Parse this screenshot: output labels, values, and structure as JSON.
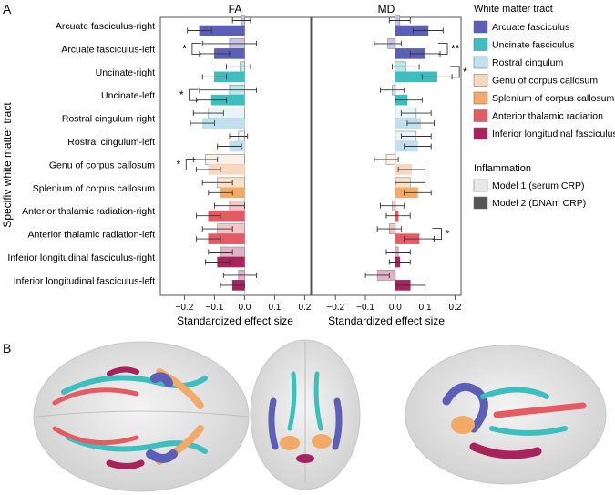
{
  "panel_labels": {
    "a": "A",
    "b": "B"
  },
  "colors": {
    "arcuate": "#5b5fb5",
    "uncinate": "#3bbfbf",
    "rostral": "#bfe0ec",
    "genu": "#f7d7c0",
    "splenium": "#f2aa68",
    "anterior": "#e35b63",
    "inferior": "#a8225c",
    "model1_swatch": "#e8e8e8",
    "model2_swatch": "#555555",
    "brain": "#dcdcdc"
  },
  "chart_data": [
    {
      "type": "bar",
      "title": "FA",
      "xlabel": "Standardized effect size",
      "ylabel": "Specifiv white matter tract",
      "xlim": [
        -0.28,
        0.22
      ],
      "xticks": [
        -0.2,
        -0.1,
        0.0,
        0.1,
        0.2
      ],
      "xtick_labels": [
        "−0.2",
        "−0.1",
        "0.0",
        "0.1",
        "0.2"
      ],
      "categories": [
        "Arcuate fasciculus-right",
        "Arcuate fasciculus-left",
        "Uncinate-right",
        "Uncinate-left",
        "Rostral cingulum-right",
        "Rostral cingulum-left",
        "Genu of corpus callosum",
        "Splenium of corpus callosum",
        "Anterior thalamic radiation-right",
        "Anterior thalamic radiation-left",
        "Inferior longitudinal fasciculus-right",
        "Inferior longitudinal fasciculus-left"
      ],
      "tract_of_row": [
        "arcuate",
        "arcuate",
        "uncinate",
        "uncinate",
        "rostral",
        "rostral",
        "genu",
        "splenium",
        "anterior",
        "anterior",
        "inferior",
        "inferior"
      ],
      "series": [
        {
          "name": "Model 1 (serum CRP)",
          "values": [
            -0.01,
            -0.05,
            -0.015,
            -0.05,
            -0.12,
            -0.02,
            -0.13,
            -0.09,
            -0.05,
            -0.09,
            -0.08,
            -0.02
          ],
          "ci_low": [
            -0.04,
            -0.14,
            -0.06,
            -0.15,
            -0.17,
            -0.05,
            -0.17,
            -0.14,
            -0.1,
            -0.14,
            -0.12,
            -0.07
          ],
          "ci_high": [
            0.02,
            0.04,
            0.02,
            0.04,
            -0.07,
            0.01,
            -0.09,
            -0.04,
            0.0,
            -0.04,
            -0.04,
            0.04
          ]
        },
        {
          "name": "Model 2 (DNAm CRP)",
          "values": [
            -0.15,
            -0.1,
            -0.1,
            -0.11,
            -0.14,
            -0.05,
            -0.12,
            -0.08,
            -0.12,
            -0.12,
            -0.09,
            -0.04
          ],
          "ci_low": [
            -0.19,
            -0.15,
            -0.14,
            -0.16,
            -0.18,
            -0.09,
            -0.16,
            -0.12,
            -0.16,
            -0.16,
            -0.13,
            -0.08
          ],
          "ci_high": [
            -0.11,
            -0.05,
            -0.06,
            -0.06,
            -0.1,
            -0.01,
            -0.08,
            -0.04,
            -0.08,
            -0.08,
            -0.05,
            0.0
          ]
        }
      ],
      "brackets": [
        {
          "row": 1,
          "label": "*"
        },
        {
          "row": 3,
          "label": "*"
        },
        {
          "row": 6,
          "label": "*"
        }
      ]
    },
    {
      "type": "bar",
      "title": "MD",
      "xlabel": "Standardized effect size",
      "xlim": [
        -0.28,
        0.22
      ],
      "xticks": [
        -0.2,
        -0.1,
        0.0,
        0.1,
        0.2
      ],
      "xtick_labels": [
        "−0.2",
        "−0.1",
        "0.0",
        "0.1",
        "0.2"
      ],
      "categories": [
        "Arcuate fasciculus-right",
        "Arcuate fasciculus-left",
        "Uncinate-right",
        "Uncinate-left",
        "Rostral cingulum-right",
        "Rostral cingulum-left",
        "Genu of corpus callosum",
        "Splenium of corpus callosum",
        "Anterior thalamic radiation-right",
        "Anterior thalamic radiation-left",
        "Inferior longitudinal fasciculus-right",
        "Inferior longitudinal fasciculus-left"
      ],
      "tract_of_row": [
        "arcuate",
        "arcuate",
        "uncinate",
        "uncinate",
        "rostral",
        "rostral",
        "genu",
        "splenium",
        "anterior",
        "anterior",
        "inferior",
        "inferior"
      ],
      "series": [
        {
          "name": "Model 1 (serum CRP)",
          "values": [
            0.015,
            -0.025,
            0.035,
            -0.01,
            0.07,
            0.07,
            -0.03,
            0.05,
            -0.01,
            -0.02,
            0.01,
            -0.06
          ],
          "ci_low": [
            -0.02,
            -0.07,
            -0.01,
            -0.05,
            0.02,
            0.02,
            -0.07,
            0.0,
            -0.05,
            -0.06,
            -0.03,
            -0.1
          ],
          "ci_high": [
            0.05,
            0.02,
            0.08,
            0.03,
            0.12,
            0.12,
            0.01,
            0.1,
            0.03,
            0.02,
            0.05,
            -0.02
          ]
        },
        {
          "name": "Model 2 (DNAm CRP)",
          "values": [
            0.11,
            0.1,
            0.14,
            0.04,
            0.085,
            0.075,
            0.055,
            0.075,
            0.01,
            0.08,
            0.015,
            0.05
          ],
          "ci_low": [
            0.06,
            0.05,
            0.09,
            0.0,
            0.04,
            0.03,
            0.01,
            0.03,
            -0.03,
            0.03,
            -0.02,
            0.0
          ],
          "ci_high": [
            0.16,
            0.15,
            0.19,
            0.09,
            0.13,
            0.12,
            0.1,
            0.12,
            0.05,
            0.13,
            0.05,
            0.1
          ]
        }
      ],
      "brackets": [
        {
          "row": 1,
          "label": "**"
        },
        {
          "row": 2,
          "label": "*"
        },
        {
          "row": 9,
          "label": "*"
        }
      ]
    }
  ],
  "legend": {
    "tract_title": "White matter tract",
    "tract_items": [
      {
        "key": "arcuate",
        "label": "Arcuate fasciculus"
      },
      {
        "key": "uncinate",
        "label": "Uncinate fasciculus"
      },
      {
        "key": "rostral",
        "label": "Rostral cingulum"
      },
      {
        "key": "genu",
        "label": "Genu of corpus callosum"
      },
      {
        "key": "splenium",
        "label": "Splenium of corpus callosum"
      },
      {
        "key": "anterior",
        "label": "Anterior thalamic radiation"
      },
      {
        "key": "inferior",
        "label": "Inferior longitudinal fasciculus"
      }
    ],
    "inflam_title": "Inflammation",
    "inflam_items": [
      {
        "key": "model1_swatch",
        "label": "Model 1 (serum CRP)"
      },
      {
        "key": "model2_swatch",
        "label": "Model 2 (DNAm CRP)"
      }
    ]
  }
}
